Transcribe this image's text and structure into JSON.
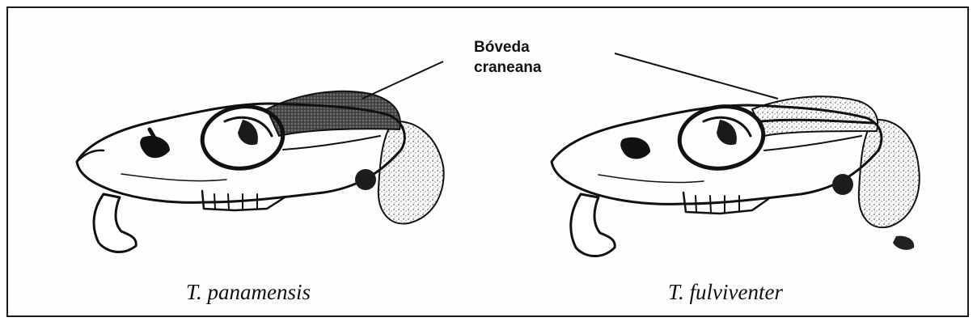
{
  "callout": {
    "line1": "Bóveda",
    "line2": "craneana"
  },
  "captions": {
    "left": "T. panamensis",
    "right": "T. fulviventer"
  },
  "colors": {
    "ink": "#111111",
    "stipple": "#555555",
    "frame": "#1a1a1a"
  }
}
